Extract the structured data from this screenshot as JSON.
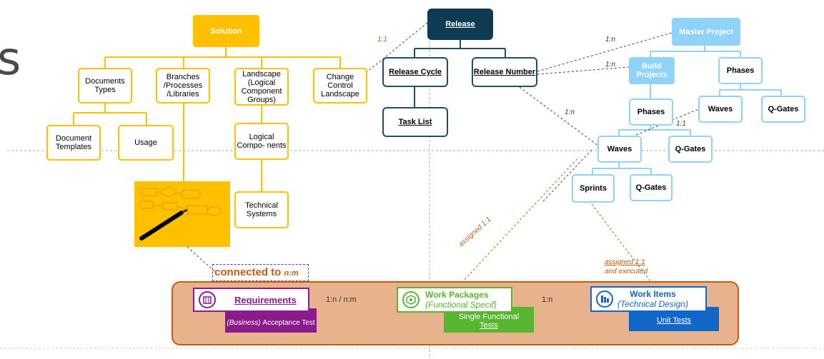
{
  "top_left_char": "s",
  "solution": {
    "root": "Solution",
    "documents_types": "Documents Types",
    "branches": "Branches /Processes /Libraries",
    "landscape": "Landscape (Logical Component Groups)",
    "change_control": "Change Control Landscape",
    "document_templates": "Document Templates",
    "usage": "Usage",
    "logical_components": "Logical Compo- nents",
    "technical_systems": "Technical Systems"
  },
  "release": {
    "root": "Release",
    "release_cycle": "Release Cycle",
    "release_number": "Release Number",
    "task_list": "Task List"
  },
  "project": {
    "master": "Master Project",
    "build_projects": "Build Projects",
    "phases_top": "Phases",
    "phases_mid": "Phases",
    "waves_right": "Waves",
    "qgates_right": "Q-Gates",
    "waves_mid": "Waves",
    "qgates_mid": "Q-Gates",
    "sprints": "Sprints",
    "qgates_low": "Q-Gates"
  },
  "relations": {
    "one_one_solution": "1:1",
    "one_n_master": "1:n",
    "one_n_build": "1:n",
    "one_n_release": "1:n",
    "one_one_waves": "1:1",
    "assigned": "assigned 1:1",
    "assigned_executed_1": "assigned 1:1",
    "assigned_executed_2": "and executed"
  },
  "bottom": {
    "connected_to": "connected to",
    "connected_nm": "n:m",
    "requirements": "Requirements",
    "acceptance_test_prefix": "(Business)",
    "acceptance_test_suffix": "Acceptance Test",
    "arrow1": "1:n / n:m",
    "work_packages": "Work Packages",
    "functional_specif": "(Functional Specif)",
    "single_functional": "Single Functional",
    "tests": "Tests",
    "arrow2": "1:n",
    "work_items": "Work Items",
    "technical_design": "(Technical Design)",
    "unit_tests": "Unit Tests"
  },
  "colors": {
    "solution_yellow": "#ffc000",
    "release_navy": "#0d3b52",
    "project_blue": "#8fd3f8",
    "panel_fill": "#e8b28c",
    "panel_border": "#c55a11",
    "requirements_purple": "#8b1a8b",
    "work_packages_green": "#57b530",
    "work_items_blue": "#1167c8"
  }
}
